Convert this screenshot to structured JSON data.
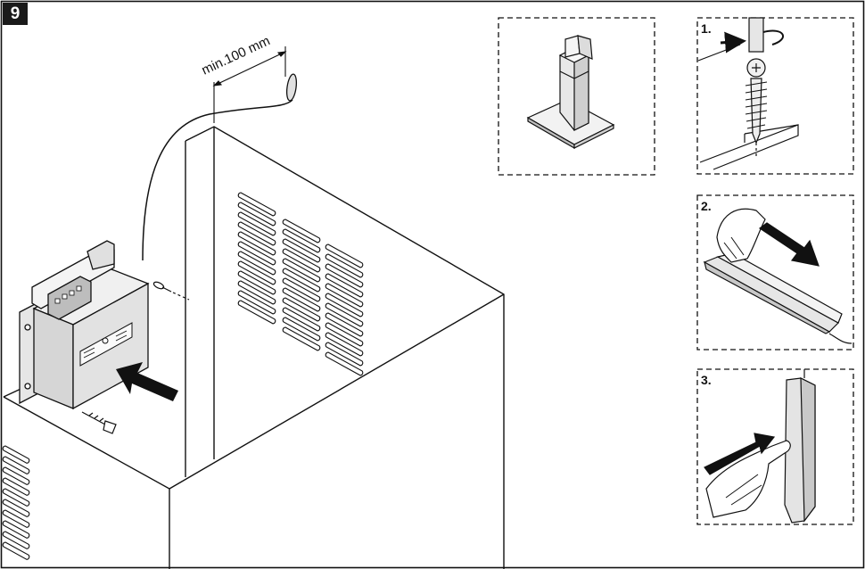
{
  "figure": {
    "step_number": "9",
    "dimension_label": "min.100 mm",
    "substeps": [
      {
        "number": "1."
      },
      {
        "number": "2."
      },
      {
        "number": "3."
      }
    ]
  }
}
